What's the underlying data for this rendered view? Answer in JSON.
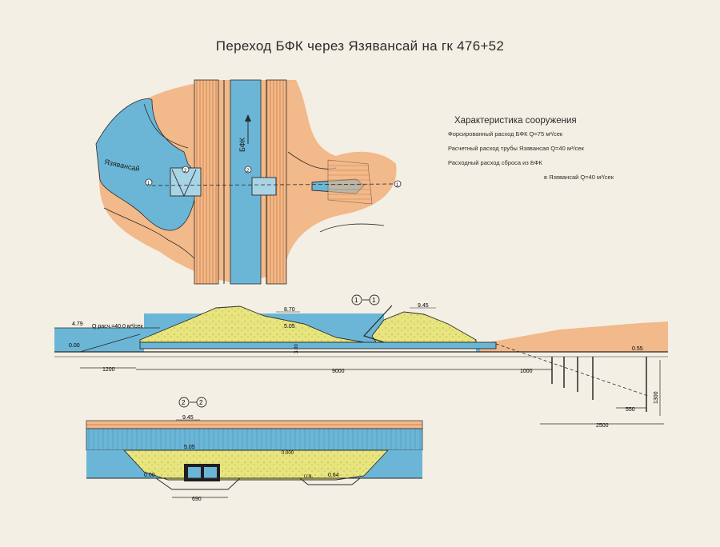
{
  "title": "Переход БФК через Язявансай на гк 476+52",
  "characteristics": {
    "heading": "Характеристика сооружения",
    "lines": [
      "Форсированный расход БФК Q=75 м³/сек",
      "Расчетный расход трубы Язявансая Q=40 м³/сек",
      "Расходный расход сброса из БФК",
      "в Язявансай Q=40 м³/сек"
    ]
  },
  "plan": {
    "river_label": "Язявансай",
    "canal_label": "БФК",
    "section_marks": [
      "1",
      "2",
      "2",
      "1"
    ]
  },
  "section1": {
    "label_left": "1",
    "label_right": "1",
    "elev_left_water": "4.79",
    "discharge": "Q расч.=40.0 м³/сек",
    "elev_zero": "0.00",
    "elev_870": "8.70",
    "elev_945": "9.45",
    "elev_505": "5.05",
    "elev_rise": "3.00",
    "elev_right": "0.55",
    "dim_1200": "1200",
    "dim_9000": "9000",
    "dim_1000": "1000",
    "dim_550": "550",
    "dim_1300": "1300",
    "dim_2500": "2500"
  },
  "section2": {
    "label_left": "2",
    "label_right": "2",
    "elev_945": "9.45",
    "elev_505": "5.05",
    "elev_zero": "0.00",
    "elev_mid": "0.000",
    "elev_gv_label": "г.г.в.",
    "elev_gv": "0.64",
    "dim_690": "690"
  },
  "colors": {
    "paper": "#f4efe4",
    "water": "#6bb6d6",
    "water_light": "#a9d4e6",
    "soil": "#f2b98a",
    "soil_dark": "#d88a4e",
    "fill": "#e8e57f",
    "line": "#2a2a2a"
  }
}
